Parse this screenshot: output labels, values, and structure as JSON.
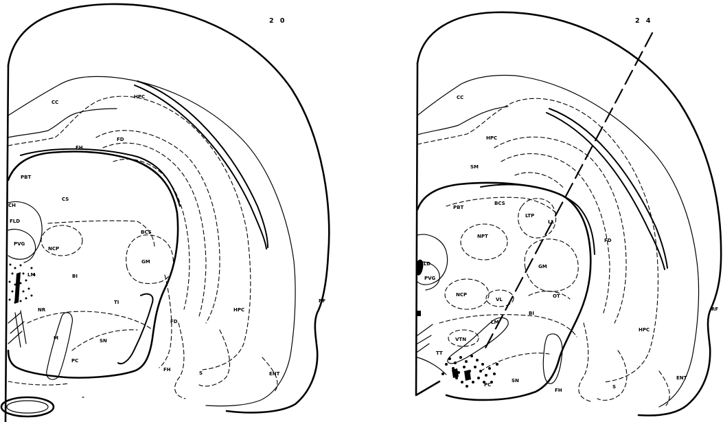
{
  "sections": [
    {
      "number": "2 0",
      "labels": {
        "cc": "CC",
        "hpc_top": "HPC",
        "fh_top": "FH",
        "fd_top": "FD",
        "pbt": "PBT",
        "cs": "CS",
        "ch": "CH",
        "fld": "FLD",
        "pvg": "PVG",
        "ncp": "NCP",
        "bcs": "BCS",
        "gm": "GM",
        "lm": "LM",
        "bi": "BI",
        "nr": "NR",
        "ti": "TI",
        "sn": "SN",
        "pc": "PC",
        "fd_bottom": "FD",
        "fh_bottom": "FH",
        "hpc_bottom": "HPC",
        "s": "S",
        "ent": "ENT",
        "rf": "RF",
        "m": "M"
      }
    },
    {
      "number": "2 4",
      "labels": {
        "cc": "CC",
        "hpc_top": "HPC",
        "sm": "SM",
        "pbt": "PBT",
        "bcs": "BCS",
        "ltp": "LTP",
        "ll": "LL",
        "npt": "NPT",
        "fld": "FLD",
        "pvg": "PVG",
        "ncp": "NCP",
        "gm": "GM",
        "fd": "FD",
        "ot": "OT",
        "vl": "VL",
        "bi": "BI",
        "lm": "LM",
        "vtn": "VTN",
        "tt": "TT",
        "pc": "PC",
        "sn": "SN",
        "fh": "FH",
        "hpc_bottom": "HPC",
        "s": "S",
        "ent": "ENT",
        "rf": "RF"
      }
    }
  ]
}
